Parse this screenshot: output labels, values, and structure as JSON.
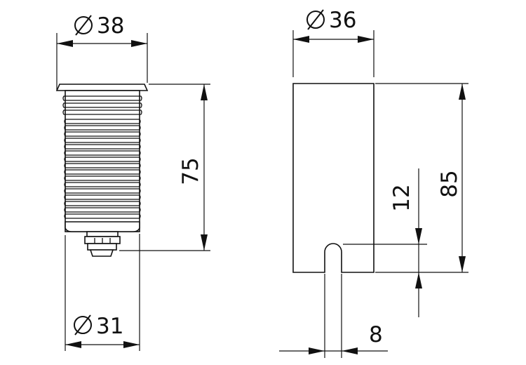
{
  "left_view": {
    "top_diameter": {
      "symbol": "diameter-symbol",
      "value": "38"
    },
    "height": {
      "value": "75"
    },
    "bottom_diameter": {
      "symbol": "diameter-symbol",
      "value": "31"
    }
  },
  "right_view": {
    "diameter": {
      "symbol": "diameter-symbol",
      "value": "36"
    },
    "total_height": {
      "value": "85"
    },
    "slot_height": {
      "value": "12"
    },
    "slot_width": {
      "value": "8"
    }
  },
  "colors": {
    "line": "#111111",
    "background": "#ffffff"
  }
}
